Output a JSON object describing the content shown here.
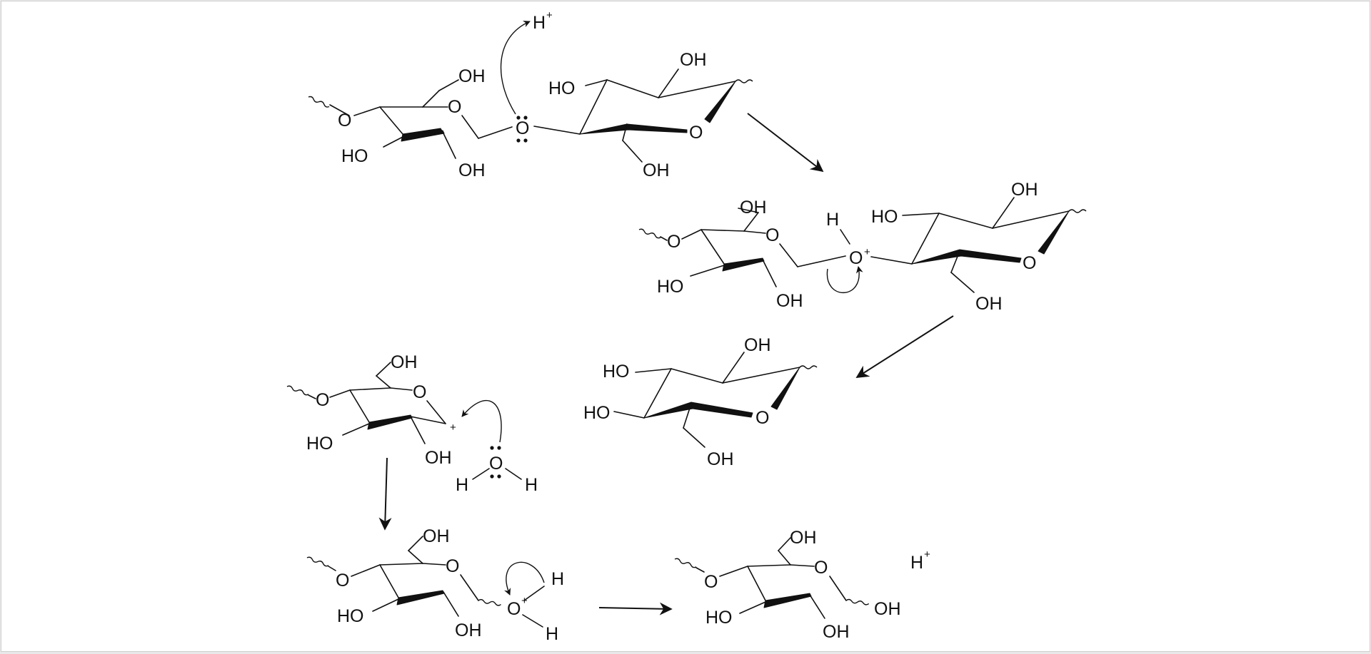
{
  "labels": {
    "OH": "OH",
    "HO": "HO",
    "O": "O",
    "H": "H",
    "plus": "+"
  }
}
